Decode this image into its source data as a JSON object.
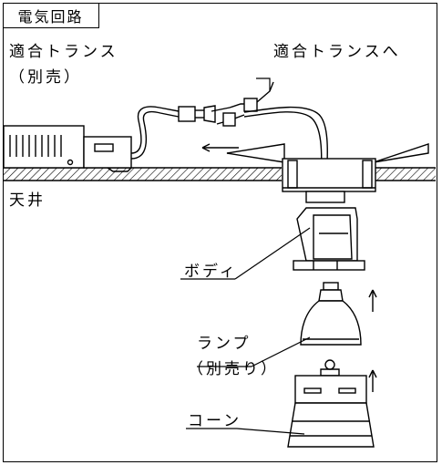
{
  "title": "電気回路",
  "labels": {
    "transformer_line1": "適合トランス",
    "transformer_line2": "（別売）",
    "to_transformer": "適合トランスへ",
    "ceiling": "天井",
    "body": "ボディ",
    "lamp_line1": "ランプ",
    "lamp_line2": "（別売り）",
    "cone": "コーン"
  },
  "arrows": {
    "left_arrow": "←",
    "up_arrow_lamp": "↑",
    "up_arrow_cone": "↑"
  }
}
